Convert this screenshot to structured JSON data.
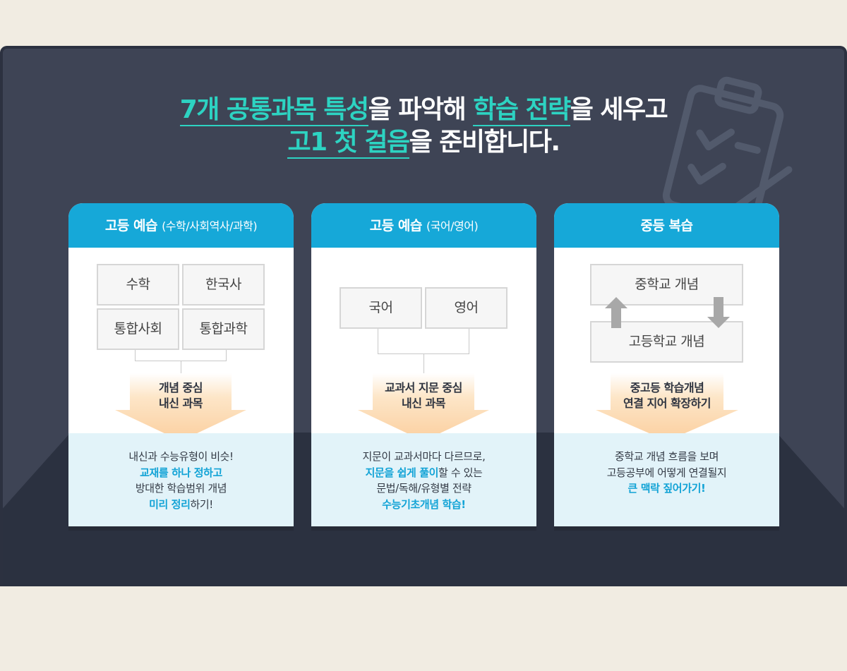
{
  "headline": {
    "line1": [
      {
        "text": "7개 공통과목 특성",
        "highlight": true
      },
      {
        "text": "을 파악해 ",
        "highlight": false
      },
      {
        "text": "학습 전략",
        "highlight": true
      },
      {
        "text": "을 세우고",
        "highlight": false
      }
    ],
    "line2": [
      {
        "text": "고1 첫 걸음",
        "highlight": true
      },
      {
        "text": "을 준비합니다.",
        "highlight": false
      }
    ]
  },
  "cards": [
    {
      "title": "고등 예습",
      "subtitle": "(수학/사회역사/과학)",
      "boxes": [
        "수학",
        "한국사",
        "통합사회",
        "통합과학"
      ],
      "arrow_lines": [
        "개념 중심",
        "내신 과목"
      ],
      "footer": [
        [
          {
            "t": "내신과 수능유형이 비슷!",
            "em": false
          }
        ],
        [
          {
            "t": "교재를 하나 정하고",
            "em": true
          }
        ],
        [
          {
            "t": "방대한 학습범위 개념",
            "em": false
          }
        ],
        [
          {
            "t": "미리 정리",
            "em": true
          },
          {
            "t": "하기!",
            "em": false
          }
        ]
      ]
    },
    {
      "title": "고등 예습",
      "subtitle": "(국어/영어)",
      "boxes": [
        "국어",
        "영어"
      ],
      "arrow_lines": [
        "교과서 지문 중심",
        "내신 과목"
      ],
      "footer": [
        [
          {
            "t": "지문이 교과서마다 다르므로,",
            "em": false
          }
        ],
        [
          {
            "t": "지문을 쉽게 풀이",
            "em": true
          },
          {
            "t": "할 수 있는",
            "em": false
          }
        ],
        [
          {
            "t": "문법/독해/유형별 전략",
            "em": false
          }
        ],
        [
          {
            "t": "수능기초개념 학습!",
            "em": true
          }
        ]
      ]
    },
    {
      "title": "중등 복습",
      "subtitle": "",
      "boxes": [
        "중학교 개념",
        "고등학교 개념"
      ],
      "arrow_lines": [
        "중고등 학습개념",
        "연결 지어 확장하기"
      ],
      "footer": [
        [
          {
            "t": "중학교 개념 흐름을 보며",
            "em": false
          }
        ],
        [
          {
            "t": "고등공부에 어떻게 연결될지",
            "em": false
          }
        ],
        [
          {
            "t": "큰 맥락 짚어가기!",
            "em": true
          }
        ]
      ]
    }
  ],
  "colors": {
    "accent": "#2dd3c2",
    "header_blue": "#16a8d8",
    "panel": "#3e4455",
    "background": "#f1ece2",
    "arrow": "#fbd0a2"
  },
  "icons": [
    "clipboard-check-icon",
    "arrow-up-icon",
    "arrow-down-icon"
  ]
}
